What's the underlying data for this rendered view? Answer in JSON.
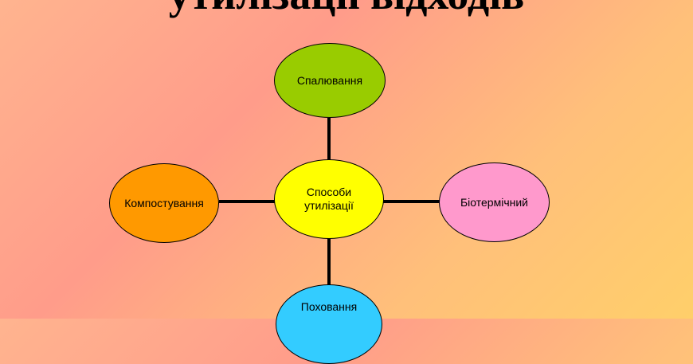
{
  "title": "утилізації відходів",
  "colors": {
    "top": "#99cc00",
    "center": "#ffff00",
    "left": "#ff9900",
    "right": "#ff99cc",
    "bottom": "#33ccff",
    "connector": "#000000"
  },
  "nodes": {
    "center": "Способи утилізації",
    "top": "Спалювання",
    "left": "Компостування",
    "right": "Біотермічний",
    "bottom": "Поховання"
  }
}
